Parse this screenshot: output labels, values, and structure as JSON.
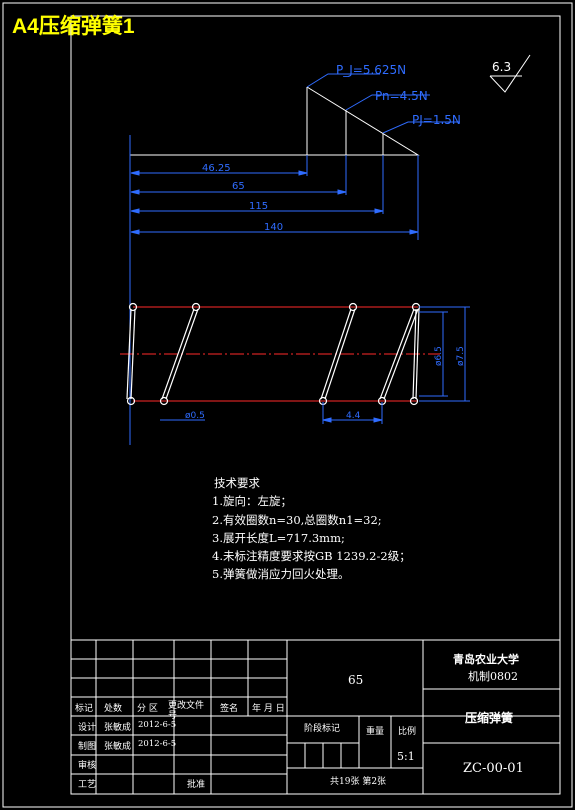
{
  "sheet_title": "A4压缩弹簧1",
  "surface_finish": "6.3",
  "load_diagram": {
    "p_j_top": "P_J=5.625N",
    "p_n": "Pn=4.5N",
    "p_j_bottom": "PJ=1.5N",
    "dims": [
      "46.25",
      "65",
      "115",
      "140"
    ]
  },
  "spring_view": {
    "pitch_dim": "4.4",
    "wire_dim": "ø0.5",
    "inner_dia": "ø6.5",
    "outer_dia": "ø7.5"
  },
  "tech_requirements": {
    "heading": "技术要求",
    "items": [
      "1.旋向：左旋；",
      "2.有效圈数n=30,总圈数n1=32;",
      "3.展开长度L=717.3mm;",
      "4.未标注精度要求按GB 1239.2-2级；",
      "5.弹簧做消应力回火处理。"
    ]
  },
  "title_block": {
    "material": "65",
    "university": "青岛农业大学",
    "class": "机制0802",
    "part_name": "压缩弹簧",
    "drawing_no": "ZC-00-01",
    "scale": "5:1",
    "sheet_count": "共19张 第2张",
    "headers": {
      "mark": "标记",
      "count": "处数",
      "zone": "分 区",
      "change_doc": "更改文件号",
      "sign": "签名",
      "date": "年 月 日",
      "stage_mark": "阶段标记",
      "weight": "重量",
      "scale_label": "比例"
    },
    "rows": {
      "design": "设计",
      "designer": "张敏成",
      "design_date": "2012-6-5",
      "draft": "制图",
      "drafter": "张敏成",
      "draft_date": "2012-6-5",
      "review": "审核",
      "process": "工艺",
      "approve": "批准"
    }
  }
}
